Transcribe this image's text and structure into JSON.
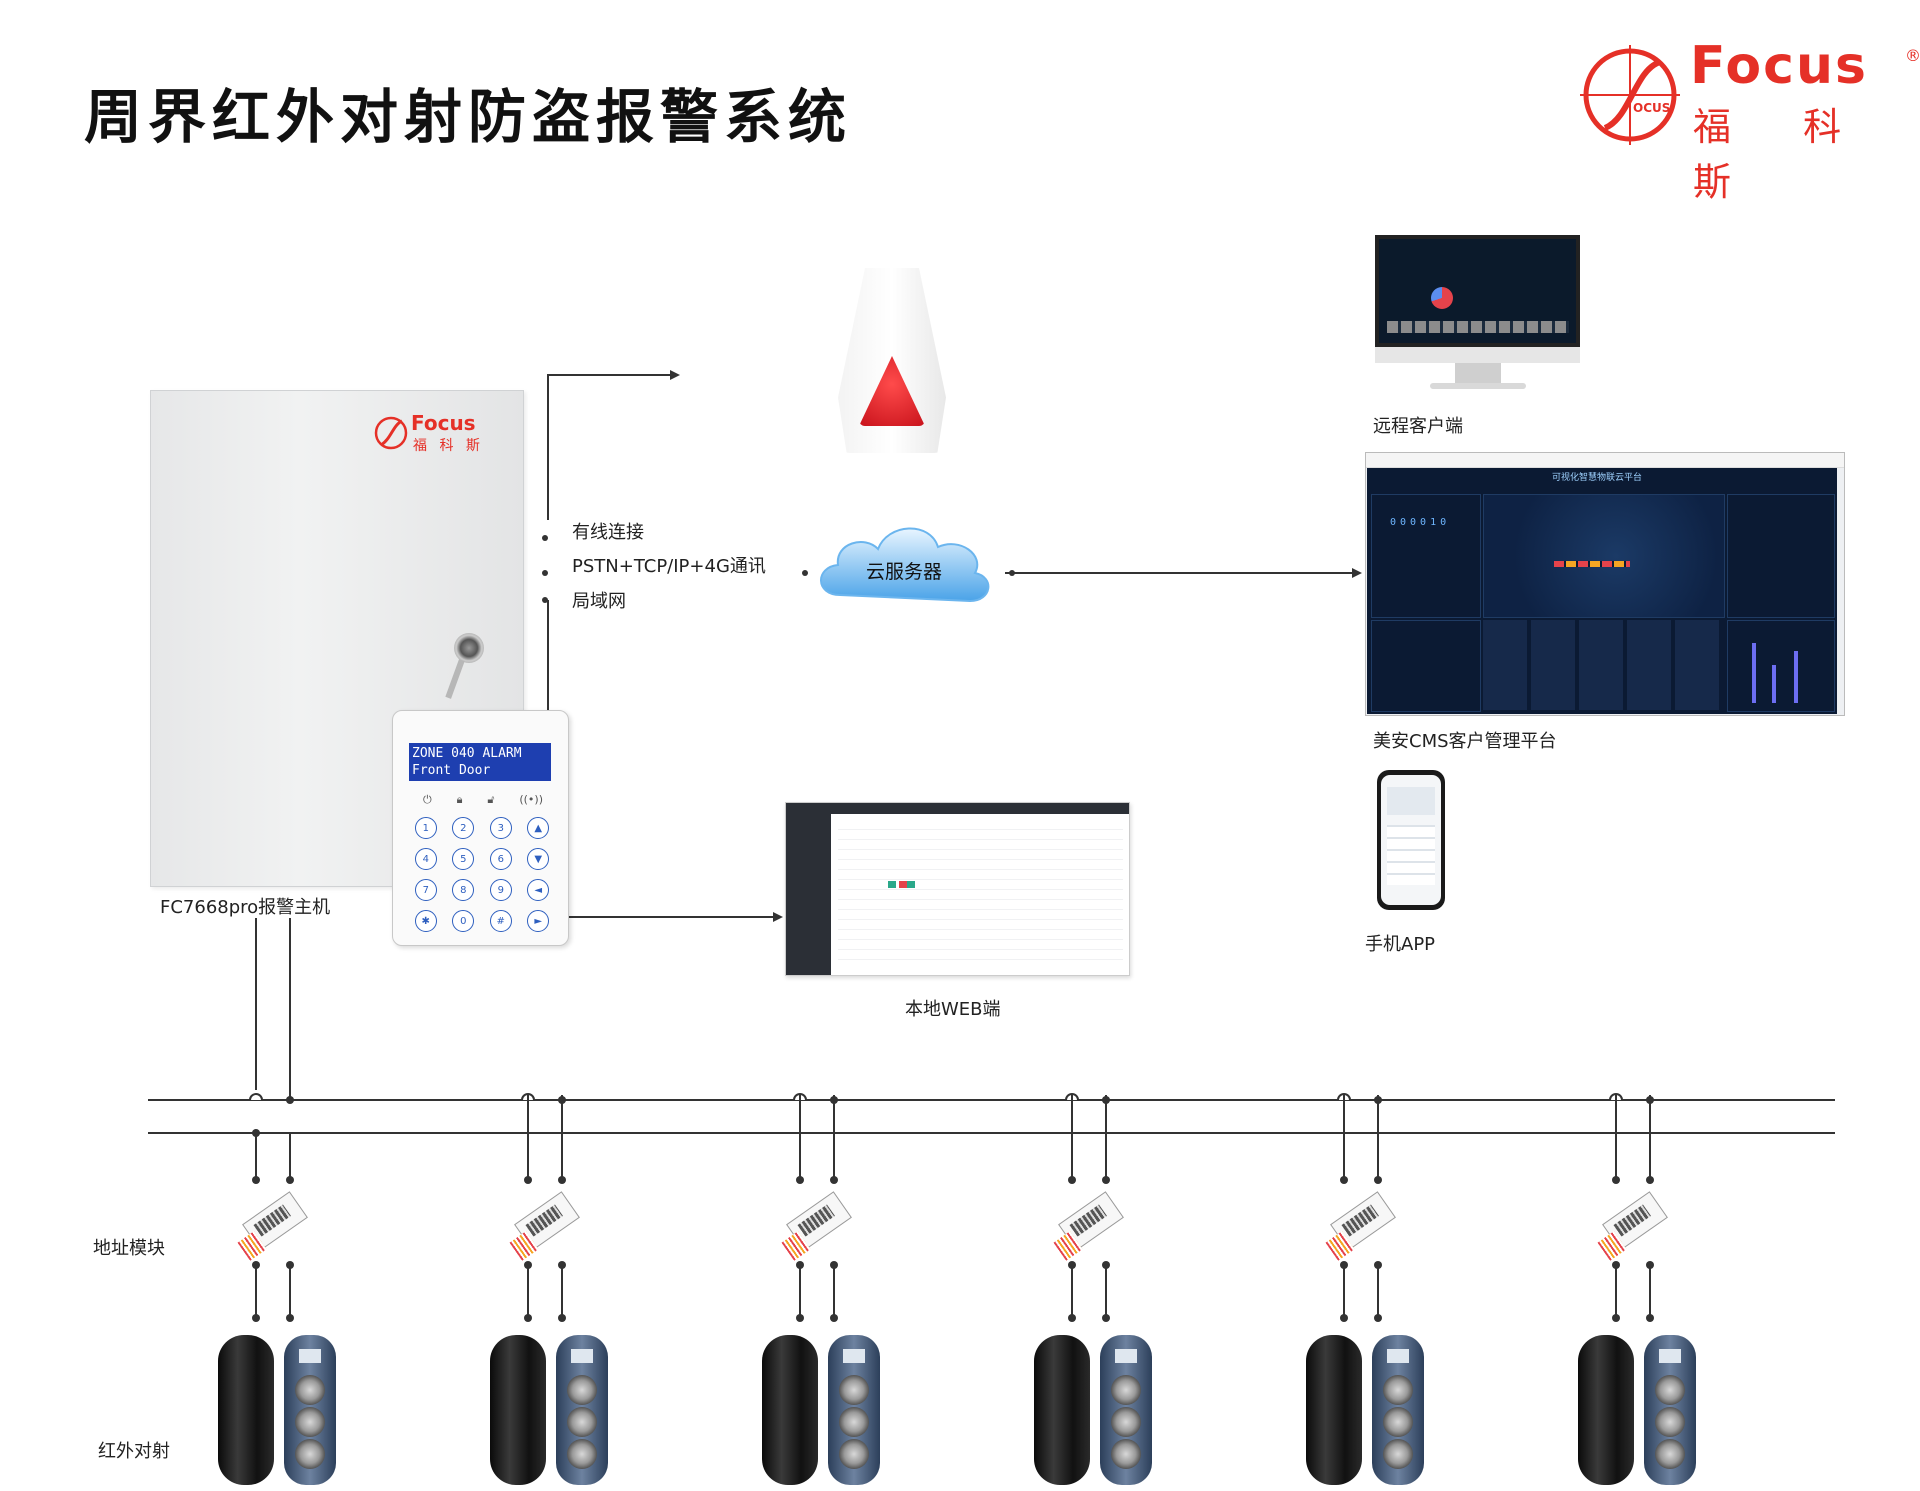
{
  "title": "周界红外对射防盗报警系统",
  "logo": {
    "brand_en": "Focus",
    "brand_cn": "福 科 斯",
    "mark": "®",
    "seal_text": "OCUS"
  },
  "panel": {
    "label": "FC7668pro报警主机",
    "logo_en": "Focus",
    "logo_cn": "福 科 斯"
  },
  "keypad": {
    "lcd_line1": "ZONE 040 ALARM",
    "lcd_line2": "Front Door",
    "keys": [
      "1",
      "2",
      "3",
      "▲",
      "4",
      "5",
      "6",
      "▼",
      "7",
      "8",
      "9",
      "◄",
      "✱",
      "0",
      "#",
      "►"
    ]
  },
  "connections": {
    "wired": "有线连接",
    "pstn": "PSTN+TCP/IP+4G通讯",
    "lan": "局域网",
    "cloud": "云服务器"
  },
  "clients": {
    "remote": "远程客户端",
    "cms": "美安CMS客户管理平台",
    "cms_screen_title": "可视化智慧物联云平台",
    "cms_counter": "000010",
    "app": "手机APP",
    "web": "本地WEB端"
  },
  "bus": {
    "module_label": "地址模块",
    "detector_label": "红外对射",
    "node_count": 6
  },
  "colors": {
    "brand_red": "#e53027",
    "cms_bg": "#0b1a33",
    "cloud_blue": "#4aa3e8"
  }
}
